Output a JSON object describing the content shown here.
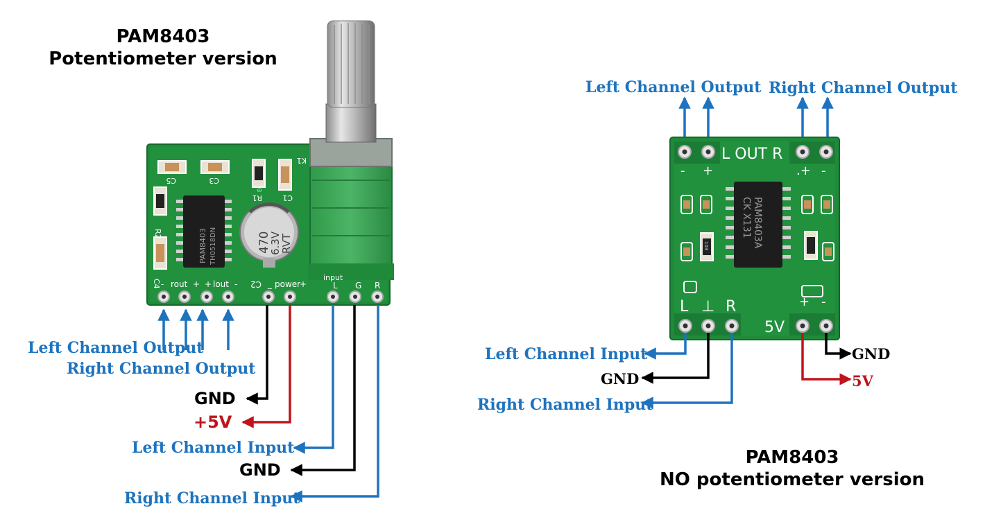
{
  "left_module": {
    "title_line1": "PAM8403",
    "title_line2": "Potentiometer version",
    "labels": {
      "left_channel_output": "Left Channel Output",
      "right_channel_output": "Right Channel Output",
      "gnd_power": "GND",
      "plus5v": "+5V",
      "left_channel_input": "Left Channel Input",
      "gnd_input": "GND",
      "right_channel_input": "Right Channel Input"
    },
    "silkscreen": {
      "c5": "C5",
      "c3": "C3",
      "r1": "R1",
      "c1": "C1",
      "r2": "R2",
      "c4": "C4",
      "k1": "K1",
      "ic_line1": "PAM8403",
      "ic_line2": "TH0518DN",
      "cap_line1": "470",
      "cap_line2": "6.3V",
      "cap_line3": "RVT",
      "resistor_code": "103",
      "header_rout": "rout",
      "header_lout": "lout",
      "header_c2": "C2",
      "header_power": "power",
      "header_input": "input",
      "header_l": "L",
      "header_g": "G",
      "header_r": "R"
    }
  },
  "right_module": {
    "title_line1": "PAM8403",
    "title_line2": "NO potentiometer version",
    "labels": {
      "left_channel_output": "Left Channel Output",
      "right_channel_output": "Right Channel Output",
      "left_channel_input": "Left Channel Input",
      "gnd_input": "GND",
      "right_channel_input": "Right Channel Input",
      "gnd_power": "GND",
      "five_v": "5V"
    },
    "silkscreen": {
      "l_out_r": "L OUT R",
      "ic_line1": "PAM8403A",
      "ic_line2": "CK X131",
      "resistor_code": "103",
      "pin_l": "L",
      "pin_r": "R",
      "power": "5V"
    }
  },
  "colors": {
    "pcb_green": "#1f8a3a",
    "signal_blue": "#1e73be",
    "ground_black": "#000000",
    "power_red": "#c0141c"
  }
}
